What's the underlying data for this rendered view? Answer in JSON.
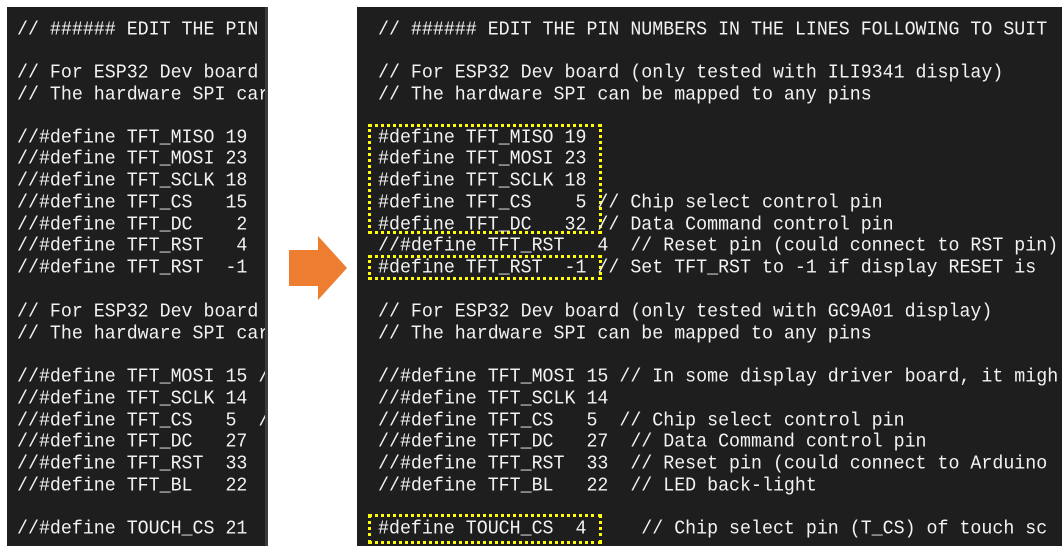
{
  "colors": {
    "background": "#1e1e1e",
    "text": "#f2f2f2",
    "highlight": "#ffff00",
    "arrow": "#ed7d31"
  },
  "before": {
    "lines": [
      "// ###### EDIT THE PIN",
      "",
      "// For ESP32 Dev board",
      "// The hardware SPI car",
      "",
      "//#define TFT_MISO 19",
      "//#define TFT_MOSI 23",
      "//#define TFT_SCLK 18",
      "//#define TFT_CS   15",
      "//#define TFT_DC    2",
      "//#define TFT_RST   4",
      "//#define TFT_RST  -1",
      "",
      "// For ESP32 Dev board",
      "// The hardware SPI car",
      "",
      "//#define TFT_MOSI 15 /",
      "//#define TFT_SCLK 14",
      "//#define TFT_CS   5  /",
      "//#define TFT_DC   27",
      "//#define TFT_RST  33",
      "//#define TFT_BL   22",
      "",
      "//#define TOUCH_CS 21"
    ]
  },
  "arrow_icon": "right-arrow",
  "after": {
    "lines": [
      "// ###### EDIT THE PIN NUMBERS IN THE LINES FOLLOWING TO SUIT",
      "",
      "// For ESP32 Dev board (only tested with ILI9341 display)",
      "// The hardware SPI can be mapped to any pins",
      "",
      "#define TFT_MISO 19",
      "#define TFT_MOSI 23",
      "#define TFT_SCLK 18",
      "#define TFT_CS    5 // Chip select control pin",
      "#define TFT_DC   32 // Data Command control pin",
      "//#define TFT_RST   4  // Reset pin (could connect to RST pin)",
      "#define TFT_RST  -1 // Set TFT_RST to -1 if display RESET is",
      "",
      "// For ESP32 Dev board (only tested with GC9A01 display)",
      "// The hardware SPI can be mapped to any pins",
      "",
      "//#define TFT_MOSI 15 // In some display driver board, it migh",
      "//#define TFT_SCLK 14",
      "//#define TFT_CS   5  // Chip select control pin",
      "//#define TFT_DC   27  // Data Command control pin",
      "//#define TFT_RST  33  // Reset pin (could connect to Arduino",
      "//#define TFT_BL   22  // LED back-light",
      "",
      "#define TOUCH_CS  4     // Chip select pin (T_CS) of touch sc"
    ]
  }
}
